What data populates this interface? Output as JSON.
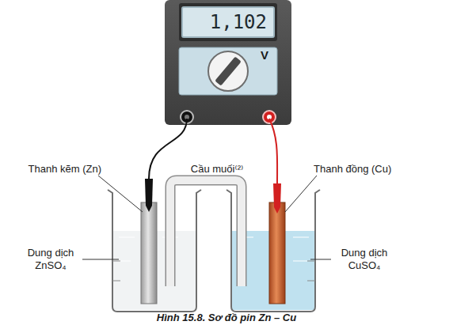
{
  "diagram": {
    "caption": "Hình 15.8. Sơ đồ pin Zn – Cu",
    "nodes": [
      {
        "text": [
          "1,102"
        ]
      }
    ],
    "edges": [],
    "labels": [
      "Thanh kẽm (Zn)",
      "Cầu muối⁽²⁾",
      "Thanh đồng (Cu)",
      "Dung dịch ZnSO₄",
      "Dung dịch CuSO₄",
      "V"
    ]
  }
}
